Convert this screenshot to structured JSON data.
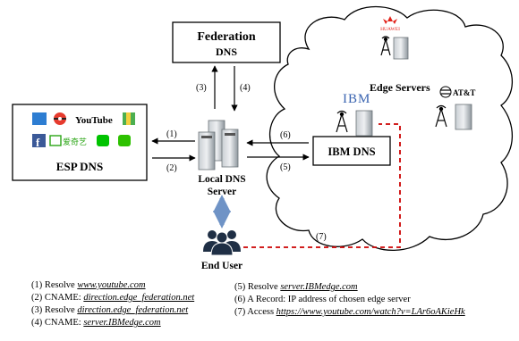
{
  "nodes": {
    "federation": {
      "line1": "Federation",
      "line2": "DNS"
    },
    "esp": {
      "label": "ESP DNS"
    },
    "local": {
      "line1": "Local DNS",
      "line2": "Server"
    },
    "ibm_dns": {
      "label": "IBM DNS"
    },
    "edge": {
      "label": "Edge Servers"
    },
    "end_user": {
      "label": "End User"
    }
  },
  "logos": {
    "huawei": "HUAWEI",
    "ibm": "IBM",
    "att": "AT&T",
    "youtube": "YouTube",
    "iqiyi": "爱奇艺"
  },
  "arrows": {
    "a1": "(1)",
    "a2": "(2)",
    "a3": "(3)",
    "a4": "(4)",
    "a5": "(5)",
    "a6": "(6)",
    "a7": "(7)"
  },
  "legend": {
    "l1_prefix": "(1)  Resolve ",
    "l1_link": "www.youtube.com",
    "l2_prefix": "(2)  CNAME: ",
    "l2_link": "direction.edge_federation.net",
    "l3_prefix": "(3)  Resolve ",
    "l3_link": "direction.edge_federation.net",
    "l4_prefix": "(4)  CNAME: ",
    "l4_link": "server.IBMedge.com",
    "l5_prefix": "(5) Resolve ",
    "l5_link": "server.IBMedge.com",
    "l6_text": "(6) A Record: IP address of chosen edge server",
    "l7_prefix": "(7) Access ",
    "l7_link": "https://www.youtube.com/watch?v=LAr6oAKieHk"
  },
  "colors": {
    "dashed_line": "#cc0000",
    "double_arrow": "#6f93c6",
    "youtube_red": "#e62117",
    "ibm_blue": "#3a64b0",
    "server_gray": "#9aa3ab"
  }
}
